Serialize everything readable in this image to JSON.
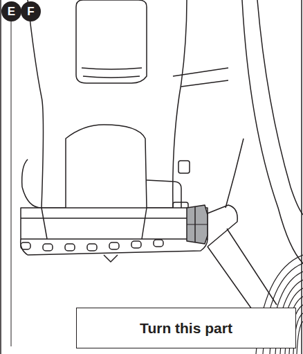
{
  "diagram": {
    "nodes": [
      {
        "text": [
          "E"
        ]
      },
      {
        "text": [
          "F"
        ]
      },
      {
        "text": [
          "Turn this part"
        ]
      }
    ]
  }
}
